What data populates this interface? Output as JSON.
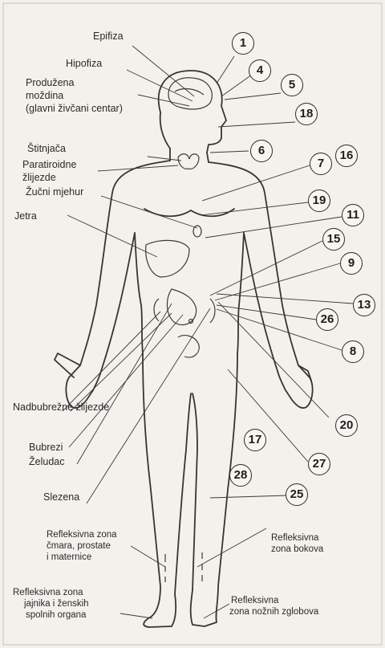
{
  "labels": {
    "epifiza": "Epifiza",
    "hipofiza": "Hipofiza",
    "produzena_1": "Produžena",
    "produzena_2": "moždina",
    "produzena_3": "(glavni živčani centar)",
    "stitnjaca": "Štitnjača",
    "paratiroidne_1": "Paratiroidne",
    "paratiroidne_2": "žlijezde",
    "zucni": "Žučni mjehur",
    "jetra": "Jetra",
    "nadbubrezne": "Nadbubrežne žlijezde",
    "bubrezi": "Bubrezi",
    "zeludac": "Želudac",
    "slezena": "Slezena",
    "cmara_1": "Refleksivna zona",
    "cmara_2": "čmara, prostate",
    "cmara_3": "i maternice",
    "jajnika_1": "Refleksivna zona",
    "jajnika_2": "jajnika i ženskih",
    "jajnika_3": "spolnih organa",
    "bokova_1": "Refleksivna",
    "bokova_2": "zona bokova",
    "zglobova_1": "Refleksivna",
    "zglobova_2": "zona nožnih zglobova"
  },
  "numbers": {
    "n1": "1",
    "n4": "4",
    "n5": "5",
    "n18": "18",
    "n6": "6",
    "n7": "7",
    "n16": "16",
    "n19": "19",
    "n11": "11",
    "n15": "15",
    "n9": "9",
    "n13": "13",
    "n26": "26",
    "n8": "8",
    "n20": "20",
    "n17": "17",
    "n27": "27",
    "n28": "28",
    "n25": "25"
  }
}
